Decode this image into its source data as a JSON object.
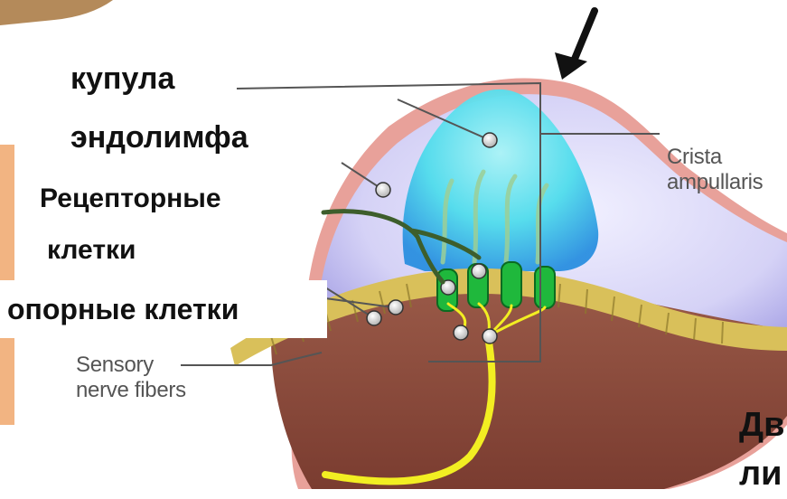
{
  "labels": {
    "cupula": "купула",
    "endolymph": "эндолимфа",
    "receptor_line1": "Рецепторные",
    "receptor_line2": "клетки",
    "support_cells": "опорные клетки",
    "crista_line1": "Crista",
    "crista_line2": "ampullaris",
    "sensory_line1": "Sensory",
    "sensory_line2": "nerve fibers",
    "bottom_right_line1": "Дв",
    "bottom_right_line2": "ли"
  },
  "colors": {
    "ampulla_wall": "#e8a19a",
    "endolymph_fill": "#d8d6f6",
    "cupula_fill": "#3fd8ea",
    "hair_cells": "#1fb83c",
    "supporting_layer": "#d9c05a",
    "connective_tissue": "#8f4b3a",
    "nerve": "#f2ee22",
    "pointer_line": "#3d5e2c",
    "side_panel": "#f2b482"
  }
}
